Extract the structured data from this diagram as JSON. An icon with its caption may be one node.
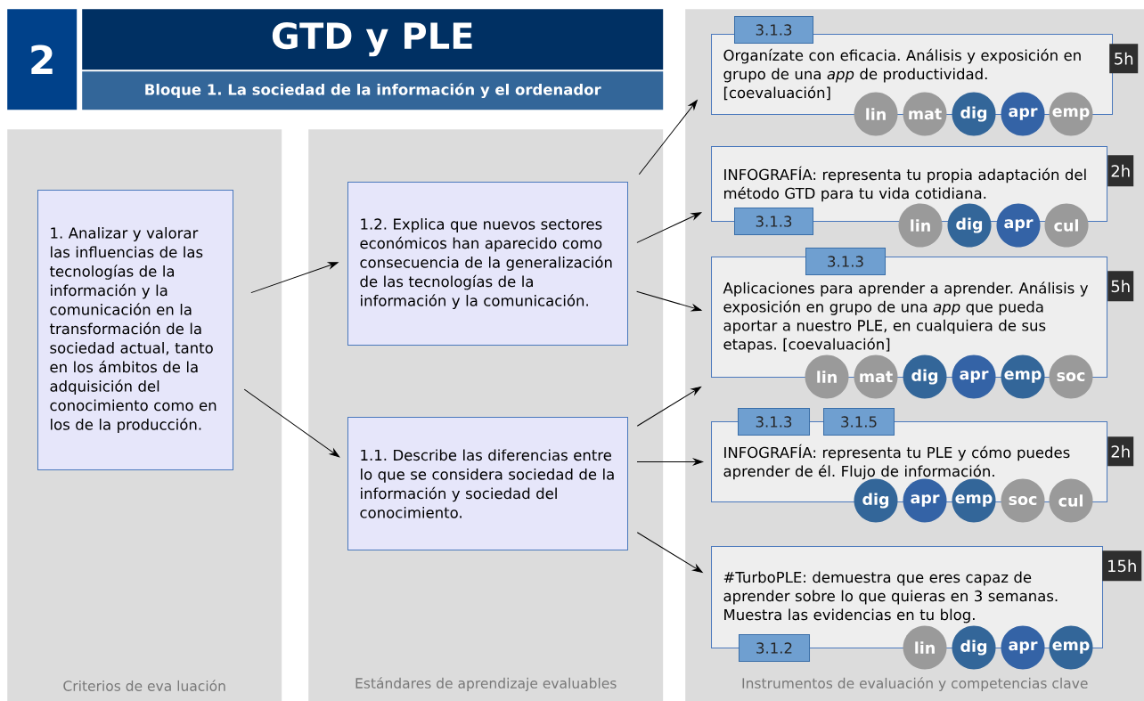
{
  "diagram": {
    "title": "GTD y PLE",
    "nodes": [
      {
        "text": [
          "Criterios de eva luación"
        ]
      },
      {
        "text": [
          "Estándares de aprendizaje evaluables"
        ]
      },
      {
        "text": [
          "Instrumentos de evaluación y competencias clave"
        ]
      },
      {
        "text": [
          "1. Analizar y valorar las influencias de las tecnologías de la información y la comunicación en la transformación de la sociedad actual, tanto en los ámbitos de la adquisición del conocimiento como en los de la producción."
        ],
        "in": 0
      },
      {
        "text": [
          "1.2. Explica que nuevos sectores económicos han aparecido como consecuencia de la generalización de las tecnologías de la información y la comunicación."
        ],
        "in": 1
      },
      {
        "text": [
          "1.1. Describe las diferencias entre lo que se considera sociedad de la información y sociedad del conocimiento."
        ],
        "in": 1
      },
      {
        "text": [
          "Organízate con eficacia. Análisis y exposición en grupo de una *app* de productividad. [coevaluación]"
        ],
        "in": 2
      },
      {
        "text": [
          "3.1.3"
        ],
        "in": 2
      },
      {
        "text": [
          "5h"
        ],
        "in": 2
      },
      {
        "text": [
          "lin"
        ],
        "in": 2
      },
      {
        "text": [
          "mat"
        ],
        "in": 2
      },
      {
        "text": [
          "dig"
        ],
        "in": 2
      },
      {
        "text": [
          "apr"
        ],
        "in": 2
      },
      {
        "text": [
          "emp"
        ],
        "in": 2
      },
      {
        "text": [
          "INFOGRAFÍA: representa tu propia adaptación del método GTD para tu vida cotidiana."
        ],
        "in": 2
      },
      {
        "text": [
          "3.1.3"
        ],
        "in": 2
      },
      {
        "text": [
          "2h"
        ],
        "in": 2
      },
      {
        "text": [
          "lin"
        ],
        "in": 2
      },
      {
        "text": [
          "dig"
        ],
        "in": 2
      },
      {
        "text": [
          "apr"
        ],
        "in": 2
      },
      {
        "text": [
          "cul"
        ],
        "in": 2
      },
      {
        "text": [
          "Aplicaciones para aprender a aprender. Análisis y exposición en grupo de una *app* que pueda aportar a nuestro PLE, en cualquiera de sus etapas. [coevaluación]"
        ],
        "in": 2
      },
      {
        "text": [
          "3.1.3"
        ],
        "in": 2
      },
      {
        "text": [
          "5h"
        ],
        "in": 2
      },
      {
        "text": [
          "lin"
        ],
        "in": 2
      },
      {
        "text": [
          "mat"
        ],
        "in": 2
      },
      {
        "text": [
          "dig"
        ],
        "in": 2
      },
      {
        "text": [
          "apr"
        ],
        "in": 2
      },
      {
        "text": [
          "emp"
        ],
        "in": 2
      },
      {
        "text": [
          "soc"
        ],
        "in": 2
      },
      {
        "text": [
          "INFOGRAFÍA: representa tu PLE y cómo puedes aprender de él. Flujo de información."
        ],
        "in": 2
      },
      {
        "text": [
          "3.1.3"
        ],
        "in": 2
      },
      {
        "text": [
          "3.1.5"
        ],
        "in": 2
      },
      {
        "text": [
          "2h"
        ],
        "in": 2
      },
      {
        "text": [
          "dig"
        ],
        "in": 2
      },
      {
        "text": [
          "apr"
        ],
        "in": 2
      },
      {
        "text": [
          "emp"
        ],
        "in": 2
      },
      {
        "text": [
          "soc"
        ],
        "in": 2
      },
      {
        "text": [
          "cul"
        ],
        "in": 2
      },
      {
        "text": [
          "#TurboPLE: demuestra que eres capaz de aprender sobre lo que quieras en 3 semanas. Muestra las evidencias en tu blog."
        ],
        "in": 2
      },
      {
        "text": [
          "3.1.2"
        ],
        "in": 2
      },
      {
        "text": [
          "15h"
        ],
        "in": 2
      },
      {
        "text": [
          "lin"
        ],
        "in": 2
      },
      {
        "text": [
          "dig"
        ],
        "in": 2
      },
      {
        "text": [
          "apr"
        ],
        "in": 2
      },
      {
        "text": [
          "emp"
        ],
        "in": 2
      }
    ],
    "edges": [
      {
        "from": 3,
        "to": 4,
        "arrow": "to"
      },
      {
        "from": 3,
        "to": 5,
        "arrow": "to"
      },
      {
        "from": 4,
        "to": 6,
        "arrow": "to"
      },
      {
        "from": 4,
        "to": 14,
        "arrow": "to"
      },
      {
        "from": 4,
        "to": 21,
        "arrow": "to"
      },
      {
        "from": 5,
        "to": 21,
        "arrow": "to"
      },
      {
        "from": 5,
        "to": 30,
        "arrow": "to"
      },
      {
        "from": 5,
        "to": 39,
        "arrow": "to"
      }
    ],
    "labels": [
      "2",
      "Bloque 1. La sociedad de la información y el ordenador"
    ]
  }
}
